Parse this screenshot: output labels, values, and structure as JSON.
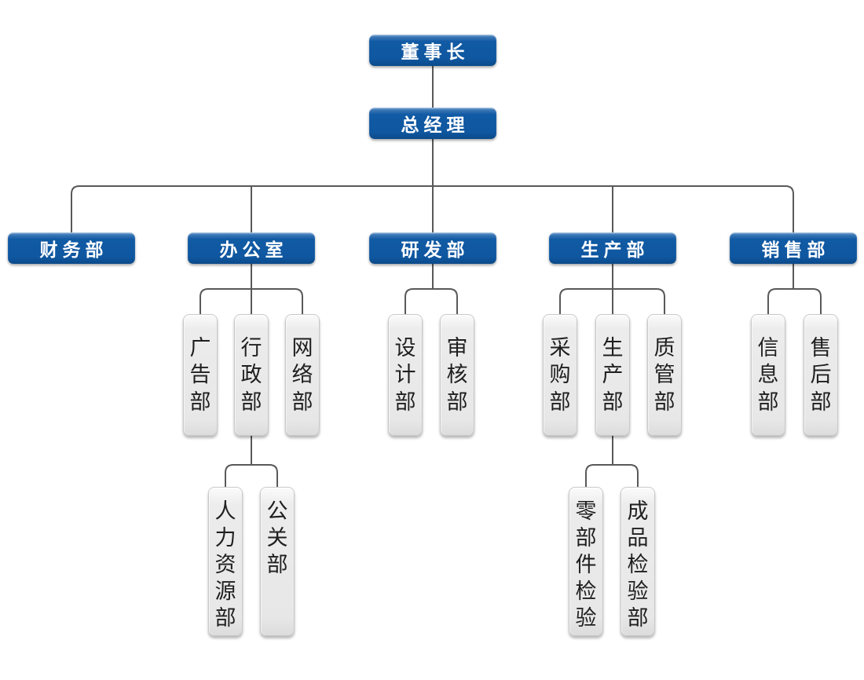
{
  "diagram_type": "organization-chart",
  "colors": {
    "node_primary_blue": "#0f57a0",
    "node_primary_highlight": "#7ba7d4",
    "node_secondary_gray": "#e7e7e7",
    "connector_line": "#595959",
    "text_on_primary": "#ffffff",
    "text_on_secondary": "#1f1f1f",
    "background": "#ffffff"
  },
  "org_chart": {
    "label": "董事长",
    "children": [
      {
        "label": "总经理",
        "children": [
          {
            "label": "财务部",
            "children": []
          },
          {
            "label": "办公室",
            "children": [
              {
                "label": "广告部",
                "children": []
              },
              {
                "label": "行政部",
                "children": [
                  {
                    "label": "人力资源部",
                    "children": []
                  },
                  {
                    "label": "公关部",
                    "children": []
                  }
                ]
              },
              {
                "label": "网络部",
                "children": []
              }
            ]
          },
          {
            "label": "研发部",
            "children": [
              {
                "label": "设计部",
                "children": []
              },
              {
                "label": "审核部",
                "children": []
              }
            ]
          },
          {
            "label": "生产部",
            "children": [
              {
                "label": "采购部",
                "children": []
              },
              {
                "label": "生产部",
                "children": [
                  {
                    "label": "零部件检验",
                    "children": []
                  },
                  {
                    "label": "成品检验部",
                    "children": []
                  }
                ]
              },
              {
                "label": "质管部",
                "children": []
              }
            ]
          },
          {
            "label": "销售部",
            "children": [
              {
                "label": "信息部",
                "children": []
              },
              {
                "label": "售后部",
                "children": []
              }
            ]
          }
        ]
      }
    ]
  }
}
